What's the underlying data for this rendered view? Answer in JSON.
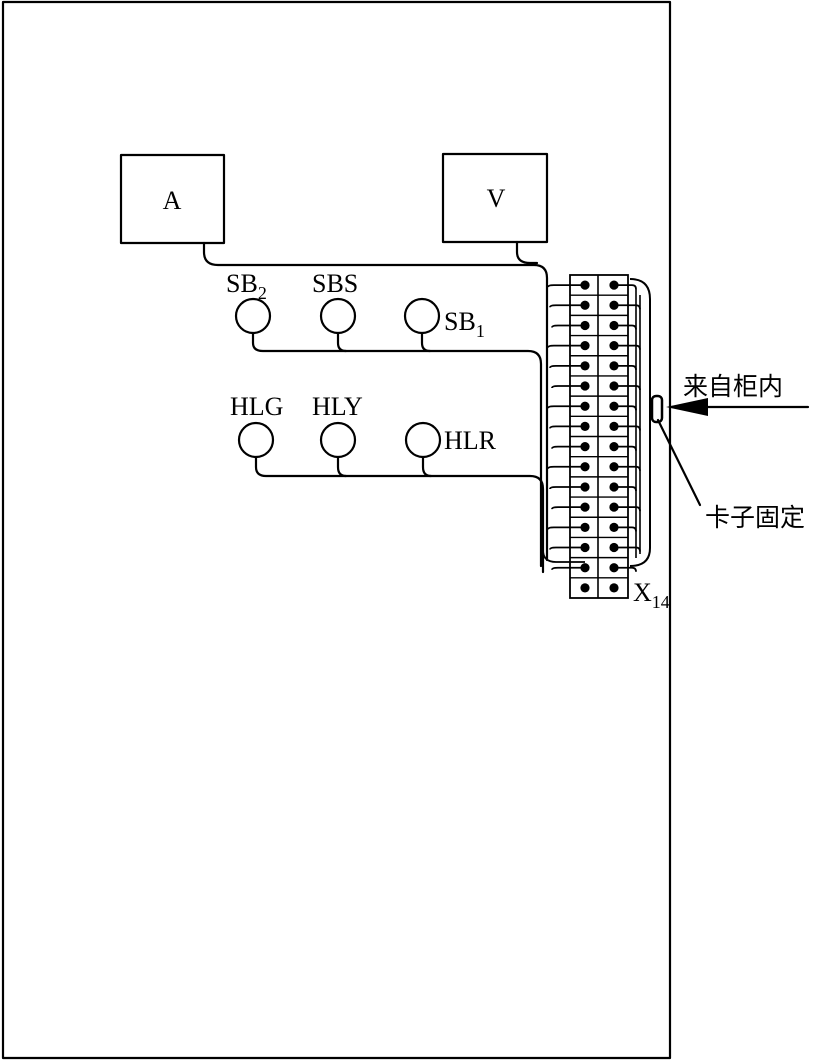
{
  "meters": {
    "ammeter": {
      "label": "A"
    },
    "voltmeter": {
      "label": "V"
    }
  },
  "buttons": {
    "sb2": {
      "base": "SB",
      "sub": "2"
    },
    "sbs": {
      "label": "SBS"
    },
    "sb1": {
      "base": "SB",
      "sub": "1"
    }
  },
  "lamps": {
    "hlg": {
      "label": "HLG"
    },
    "hly": {
      "label": "HLY"
    },
    "hlr": {
      "label": "HLR"
    }
  },
  "terminal_block": {
    "base": "X",
    "sub": "14",
    "rows": 16
  },
  "annotations": {
    "from_cabinet": "来自柜内",
    "clip_fixed": "卡子固定"
  },
  "colors": {
    "ink": "#000000",
    "paper": "#ffffff"
  }
}
